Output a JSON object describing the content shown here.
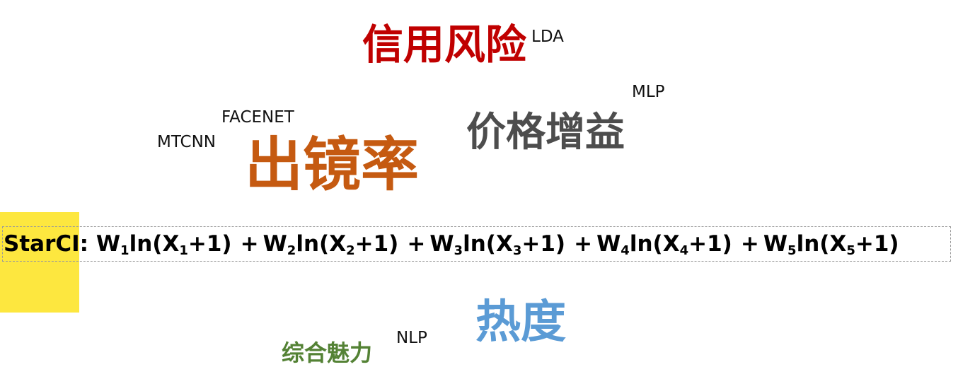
{
  "words": {
    "credit_risk": {
      "text": "信用风险",
      "color": "#c00000"
    },
    "price_gain": {
      "text": "价格增益",
      "color": "#4d4d4d"
    },
    "exposure_rate": {
      "text": "出镜率",
      "color": "#c55a11"
    },
    "popularity": {
      "text": "热度",
      "color": "#5b9bd5"
    },
    "charm": {
      "text": "综合魅力",
      "color": "#548235"
    }
  },
  "tags": {
    "lda": "LDA",
    "mlp": "MLP",
    "facenet": "FACENET",
    "mtcnn": "MTCNN",
    "nlp": "NLP"
  },
  "formula": {
    "label": "StarCI:",
    "terms": [
      {
        "w": "W",
        "ws": "1",
        "x": "X",
        "xs": "1",
        "rest": "+1)"
      },
      {
        "w": "W",
        "ws": "2",
        "x": "X",
        "xs": "2",
        "rest": "+1)"
      },
      {
        "w": "W",
        "ws": "3",
        "x": "X",
        "xs": "3",
        "rest": "+1)"
      },
      {
        "w": "W",
        "ws": "4",
        "x": "X",
        "xs": "4",
        "rest": "+1)"
      },
      {
        "w": "W",
        "ws": "5",
        "x": "X",
        "xs": "5",
        "rest": "+1)"
      }
    ],
    "ln": "ln(",
    "plus": "+"
  },
  "colors": {
    "highlight": "#fde73f",
    "box_border": "#9a9a9a"
  }
}
